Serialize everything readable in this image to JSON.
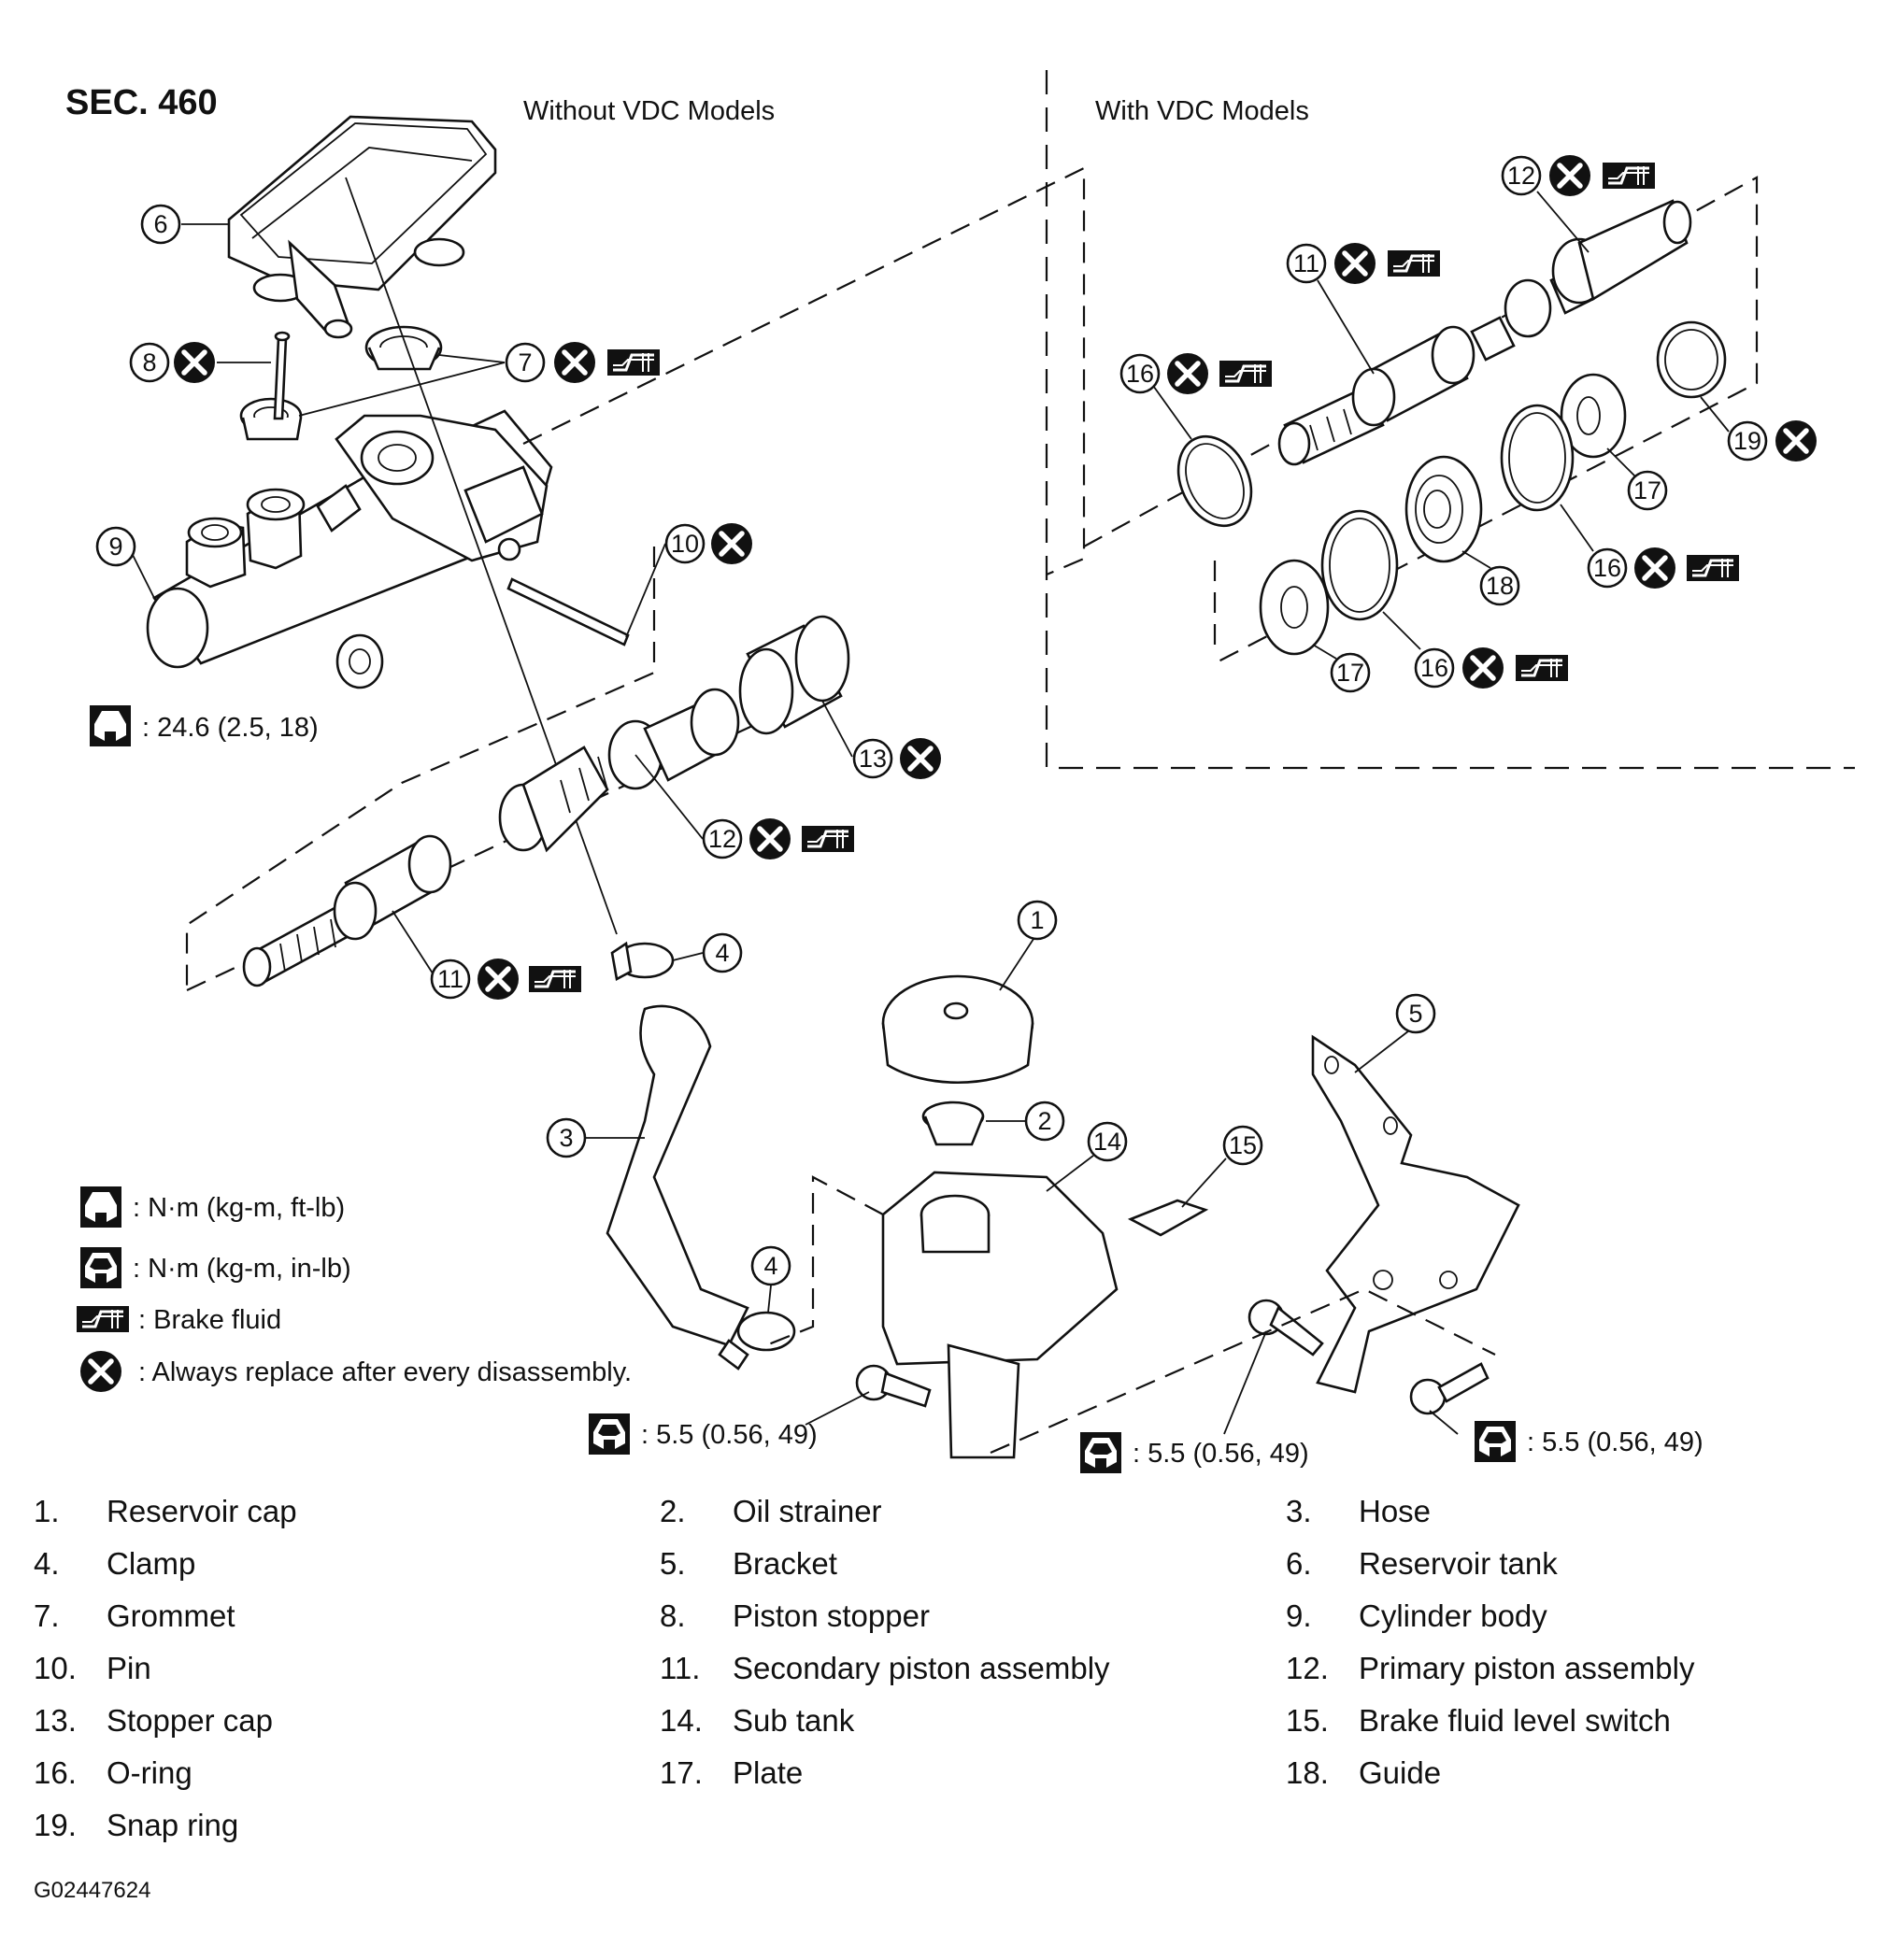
{
  "section": "SEC. 460",
  "headers": {
    "without_vdc": "Without VDC Models",
    "with_vdc": "With VDC Models"
  },
  "callouts": {
    "c1": "1",
    "c2": "2",
    "c3": "3",
    "c4a": "4",
    "c4b": "4",
    "c5": "5",
    "c6": "6",
    "c7": "7",
    "c8": "8",
    "c9": "9",
    "c10": "10",
    "c11a": "11",
    "c11b": "11",
    "c12a": "12",
    "c12b": "12",
    "c13": "13",
    "c14": "14",
    "c15": "15",
    "c16a": "16",
    "c16b": "16",
    "c16c": "16",
    "c17a": "17",
    "c17b": "17",
    "c18": "18",
    "c19": "19"
  },
  "torques": {
    "cylinder_nut": ": 24.6 (2.5, 18)",
    "sub_tank_bolt": ": 5.5 (0.56, 49)",
    "bracket_bolt_center": ": 5.5 (0.56, 49)",
    "bracket_bolt_right": ": 5.5 (0.56, 49)"
  },
  "legend": {
    "ft_lb": ": N·m (kg-m, ft-lb)",
    "in_lb": ": N·m (kg-m, in-lb)",
    "brake_fluid": ": Brake fluid",
    "replace": ": Always replace after every disassembly."
  },
  "parts": [
    {
      "num": "1.",
      "label": "Reservoir cap"
    },
    {
      "num": "2.",
      "label": "Oil strainer"
    },
    {
      "num": "3.",
      "label": "Hose"
    },
    {
      "num": "4.",
      "label": "Clamp"
    },
    {
      "num": "5.",
      "label": "Bracket"
    },
    {
      "num": "6.",
      "label": "Reservoir tank"
    },
    {
      "num": "7.",
      "label": "Grommet"
    },
    {
      "num": "8.",
      "label": "Piston stopper"
    },
    {
      "num": "9.",
      "label": "Cylinder body"
    },
    {
      "num": "10.",
      "label": "Pin"
    },
    {
      "num": "11.",
      "label": "Secondary piston assembly"
    },
    {
      "num": "12.",
      "label": "Primary piston assembly"
    },
    {
      "num": "13.",
      "label": "Stopper cap"
    },
    {
      "num": "14.",
      "label": "Sub tank"
    },
    {
      "num": "15.",
      "label": "Brake fluid level switch"
    },
    {
      "num": "16.",
      "label": "O-ring"
    },
    {
      "num": "17.",
      "label": "Plate"
    },
    {
      "num": "18.",
      "label": "Guide"
    },
    {
      "num": "19.",
      "label": "Snap ring"
    }
  ],
  "figure_id": "G02447624",
  "icons": {
    "replace": "replace-x-icon",
    "brake_fluid": "brake-fluid-icon",
    "torque_ft_lb": "torque-ft-lb-icon",
    "torque_in_lb": "torque-in-lb-icon"
  }
}
